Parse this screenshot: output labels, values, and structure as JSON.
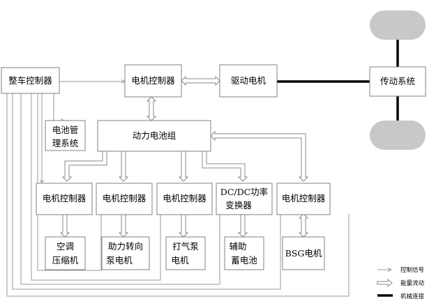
{
  "nodes": {
    "vcu": "整车控制器",
    "mc_top": "电机控制器",
    "drive_motor": "驱动电机",
    "transmission": "传动系统",
    "bms_line1": "电池管",
    "bms_line2": "理系统",
    "battery": "动力电池组",
    "mc1": "电机控制器",
    "mc2": "电机控制器",
    "mc3": "电机控制器",
    "dcdc_line1": "DC/DC功率",
    "dcdc_line2": "变换器",
    "mc_bsg": "电机控制器",
    "ac_line1": "空调",
    "ac_line2": "压缩机",
    "steer_line1": "助力转向",
    "steer_line2": "泵电机",
    "pump_line1": "打气泵",
    "pump_line2": "电机",
    "aux_line1": "辅助",
    "aux_line2": "蓄电池",
    "bsg": "BSG电机"
  },
  "legend": {
    "signal": "控制信号",
    "energy": "能量流动",
    "mechanical": "机械连接"
  },
  "colors": {
    "box_border": "#808080",
    "wheel_fill": "#c8c8c8",
    "signal_line": "#999999",
    "mechanical_line": "#000000"
  }
}
